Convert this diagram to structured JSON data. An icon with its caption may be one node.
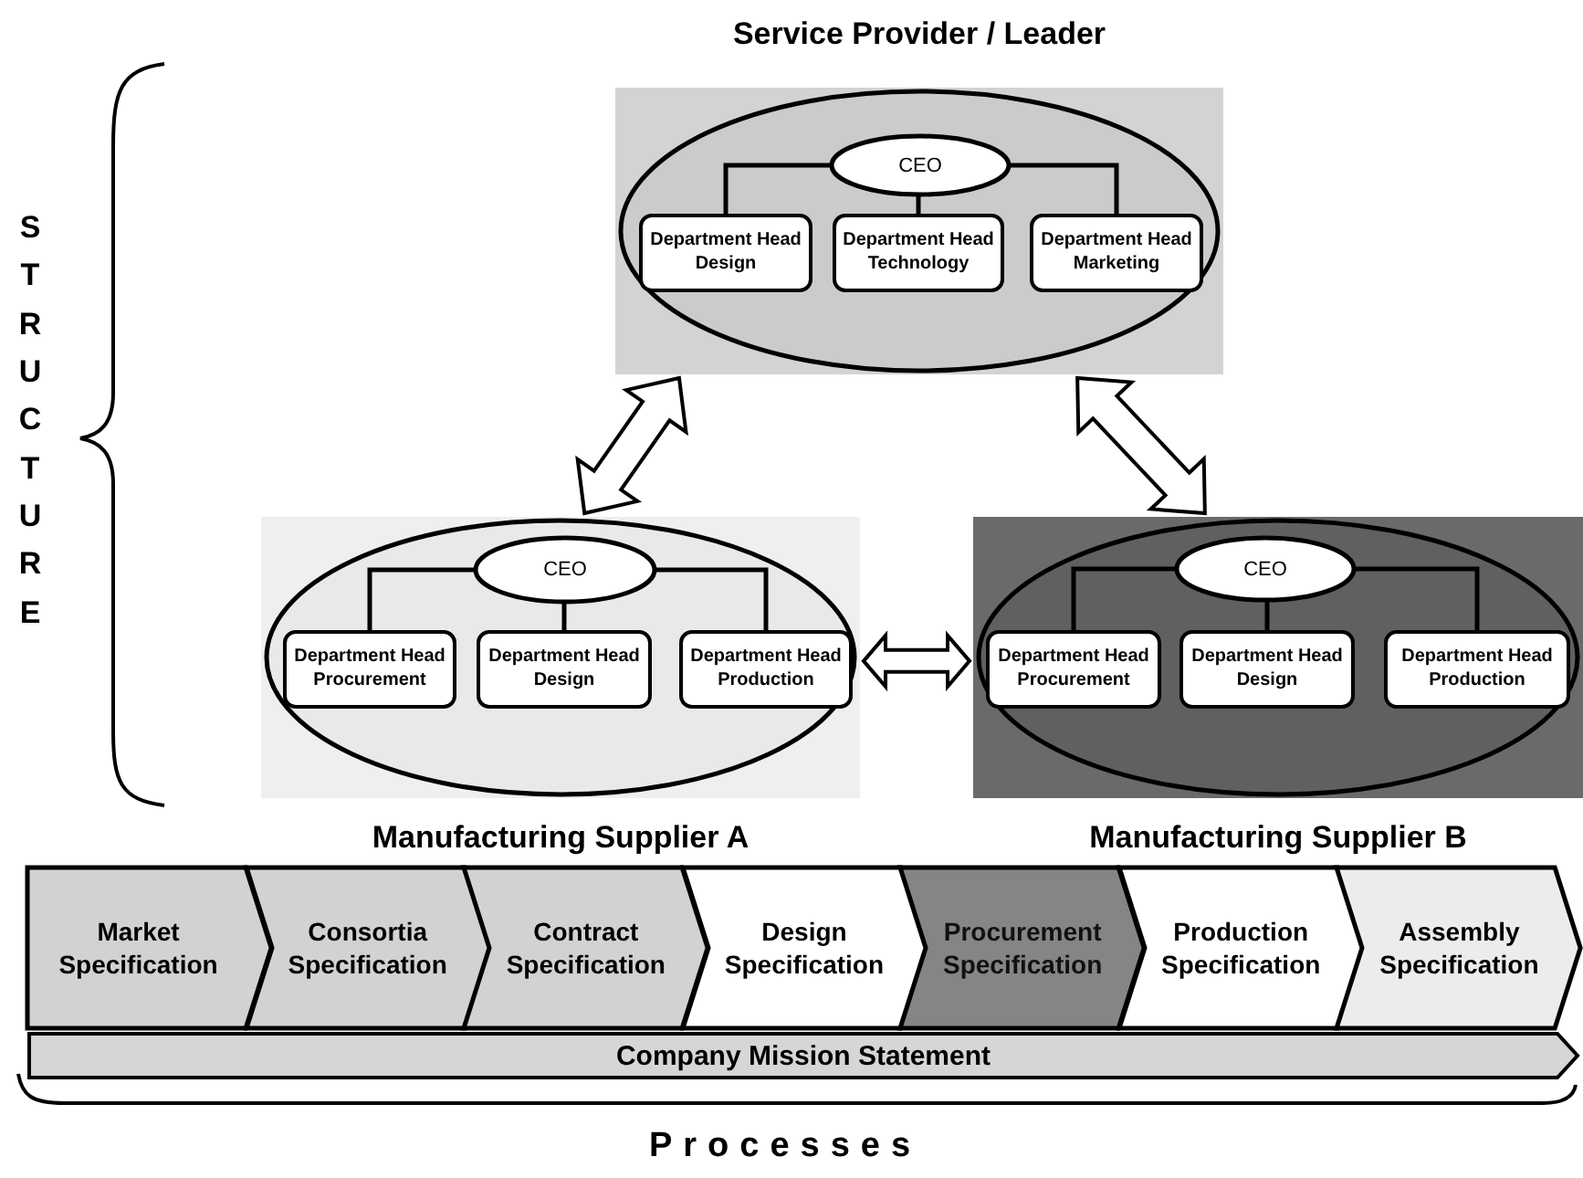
{
  "diagram": {
    "nodes": [
      {
        "text": [
          "Service Provider / Leader"
        ]
      },
      {
        "text": [
          "CEO"
        ],
        "in": 0
      },
      {
        "text": [
          "Department Head Design"
        ],
        "in": 0
      },
      {
        "text": [
          "Department Head Technology"
        ],
        "in": 0
      },
      {
        "text": [
          "Department Head Marketing"
        ],
        "in": 0
      },
      {
        "text": [
          "Manufacturing Supplier A"
        ]
      },
      {
        "text": [
          "CEO"
        ],
        "in": 5
      },
      {
        "text": [
          "Department Head Procurement"
        ],
        "in": 5
      },
      {
        "text": [
          "Department Head Design"
        ],
        "in": 5
      },
      {
        "text": [
          "Department Head Production"
        ],
        "in": 5
      },
      {
        "text": [
          "Manufacturing Supplier B"
        ]
      },
      {
        "text": [
          "CEO"
        ],
        "in": 10
      },
      {
        "text": [
          "Department Head Procurement"
        ],
        "in": 10
      },
      {
        "text": [
          "Department Head Design"
        ],
        "in": 10
      },
      {
        "text": [
          "Department Head Production"
        ],
        "in": 10
      },
      {
        "text": [
          "Market Specification"
        ]
      },
      {
        "text": [
          "Consortia Specification"
        ]
      },
      {
        "text": [
          "Contract Specification"
        ]
      },
      {
        "text": [
          "Design Specification"
        ]
      },
      {
        "text": [
          "Procurement Specification"
        ]
      },
      {
        "text": [
          "Production Specification"
        ]
      },
      {
        "text": [
          "Assembly Specification"
        ]
      },
      {
        "text": [
          "Company Mission Statement"
        ]
      }
    ],
    "edges": [
      {
        "from": 1,
        "to": 2,
        "arrow": "none"
      },
      {
        "from": 1,
        "to": 3,
        "arrow": "none"
      },
      {
        "from": 1,
        "to": 4,
        "arrow": "none"
      },
      {
        "from": 6,
        "to": 7,
        "arrow": "none"
      },
      {
        "from": 6,
        "to": 8,
        "arrow": "none"
      },
      {
        "from": 6,
        "to": 9,
        "arrow": "none"
      },
      {
        "from": 11,
        "to": 12,
        "arrow": "none"
      },
      {
        "from": 11,
        "to": 13,
        "arrow": "none"
      },
      {
        "from": 11,
        "to": 14,
        "arrow": "none"
      },
      {
        "from": 0,
        "to": 5,
        "arrow": "both"
      },
      {
        "from": 0,
        "to": 10,
        "arrow": "both"
      },
      {
        "from": 5,
        "to": 10,
        "arrow": "both"
      }
    ],
    "labels": [
      "STRUCTURE",
      "Processes"
    ]
  }
}
